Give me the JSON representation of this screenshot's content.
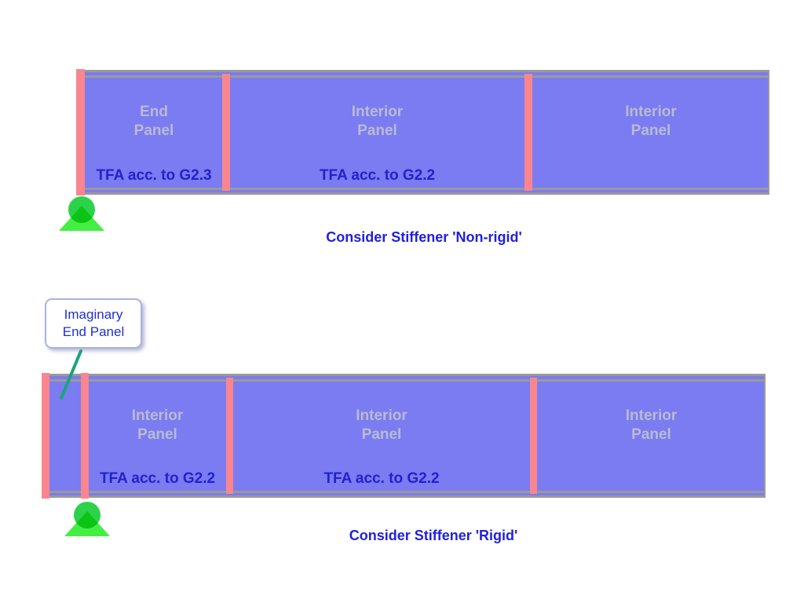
{
  "figure1": {
    "panels": [
      {
        "line1": "End",
        "line2": "Panel",
        "tfa": "TFA acc. to G2.3"
      },
      {
        "line1": "Interior",
        "line2": "Panel",
        "tfa": "TFA acc. to G2.2"
      },
      {
        "line1": "Interior",
        "line2": "Panel",
        "tfa": ""
      }
    ],
    "caption": "Consider Stiffener 'Non-rigid'"
  },
  "figure2": {
    "callout": {
      "line1": "Imaginary",
      "line2": "End Panel"
    },
    "panels": [
      {
        "line1": "Interior",
        "line2": "Panel",
        "tfa": "TFA acc. to G2.2"
      },
      {
        "line1": "Interior",
        "line2": "Panel",
        "tfa": "TFA acc. to G2.2"
      },
      {
        "line1": "Interior",
        "line2": "Panel",
        "tfa": ""
      }
    ],
    "caption": "Consider Stiffener 'Rigid'"
  },
  "colors": {
    "web_blue": "#7b7bf2",
    "stiffener_pink": "#f9868e",
    "flange_gray": "#9a9a9a",
    "panel_label_gray": "#b8bcd2",
    "tfa_text_blue": "#2222cc",
    "caption_blue": "#2020dd",
    "callout_text_blue": "#2030cc",
    "callout_border": "#a9b2e0",
    "leader_line_teal": "#1ba47d",
    "support_circle_green": "#2dd24b",
    "support_triangle_green": "#44ee44"
  }
}
